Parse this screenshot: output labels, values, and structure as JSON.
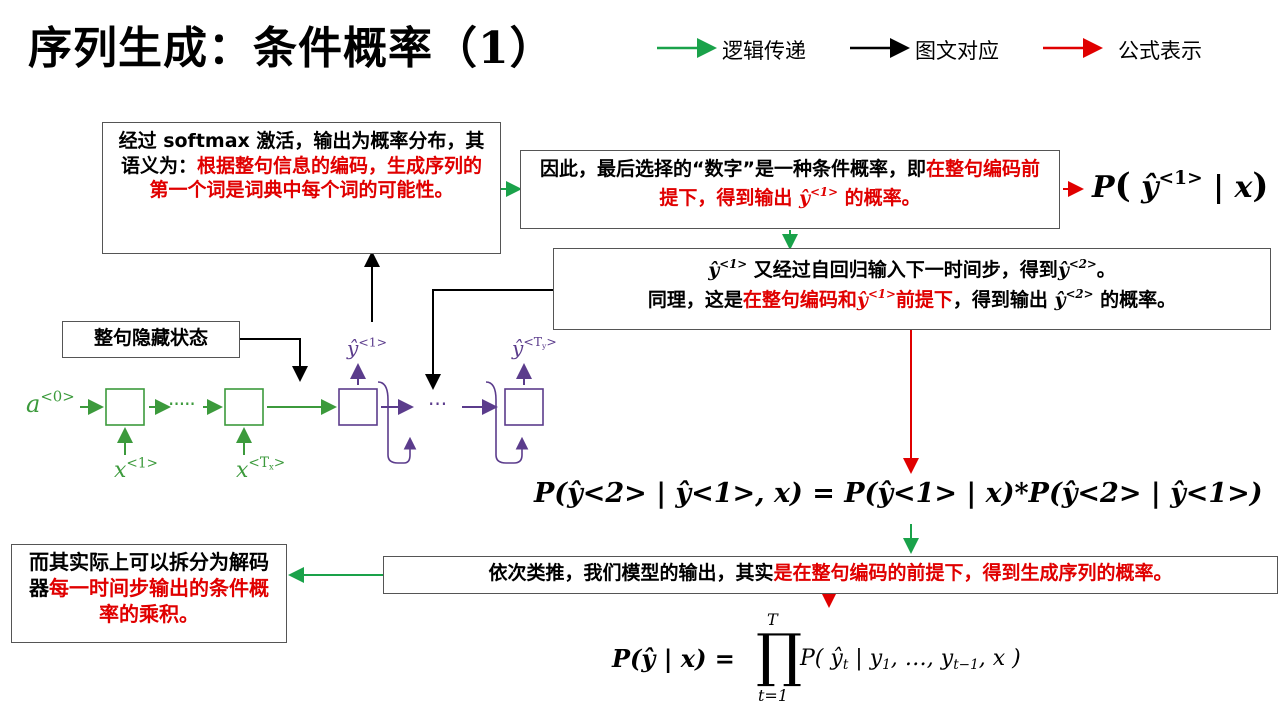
{
  "title": "序列生成：条件概率（1）",
  "legend": {
    "logic": "逻辑传递",
    "mapping": "图文对应",
    "formula": "公式表示"
  },
  "colors": {
    "logic": "#1aa24a",
    "mapping": "#000000",
    "formula": "#e00000",
    "rnn_green": "#3c9a3c",
    "rnn_purple": "#5b3c8c"
  },
  "box_softmax": {
    "black": "经过 softmax 激活，输出为概率分布，其语义为：",
    "red": "根据整句信息的编码，生成序列的第一个词是词典中每个词的可能性。"
  },
  "box_conditional": {
    "black": "因此，最后选择的“数字”是一种条件概率，即",
    "red_1": "在整句编码前提下，得到输出",
    "y_hat": "ŷ",
    "sup": "<1>",
    "red_2": "的概率。"
  },
  "formula_top": {
    "P": "P",
    "open": "(",
    "y_hat": "ŷ",
    "sup": "<1>",
    "bar": "|",
    "x": "x",
    "close": ")"
  },
  "box_step2": {
    "line1_y": "ŷ",
    "line1_sup": "<1>",
    "line1_text": "又经过自回归输入下一时间步，得到",
    "line1_y2": "ŷ",
    "line1_sup2": "<2>",
    "line1_end": "。",
    "line2_a": "同理，这是",
    "line2_red": "在整句编码和",
    "line2_y": "ŷ",
    "line2_sup": "<1>",
    "line2_red2": "前提下",
    "line2_b": "，得到输出",
    "line2_y2": "ŷ",
    "line2_sup2": "<2>",
    "line2_end": "的概率。"
  },
  "box_hidden": "整句隐藏状态",
  "rnn": {
    "a0": "a",
    "a0_sup": "<0>",
    "x1": "x",
    "x1_sup": "<1>",
    "xT": "x",
    "xT_sup": "<T",
    "xT_sub": "x",
    "xT_end": ">",
    "dots1": "·····",
    "dots2": "···",
    "y1": "ŷ",
    "y1_sup": "<1>",
    "yT": "ŷ",
    "yT_sup": "<T",
    "yT_sub": "y",
    "yT_end": ">"
  },
  "formula_chain": "P(ŷ<2> | ŷ<1>, x) = P(ŷ<1> | x)*P(ŷ<2> | ŷ<1>)",
  "box_analogy": {
    "black": "依次类推，我们模型的输出，其实",
    "red": "是在整句编码的前提下，得到生成序列的概率。"
  },
  "box_decompose": {
    "black": "而其实际上可以拆分为解码器",
    "red": "每一时间步输出的条件概率的乘积。"
  },
  "formula_product": {
    "lhs": "P(ŷ | x) =",
    "prod": "∏",
    "upper": "T",
    "lower": "t=1",
    "rhs": "P( ŷ",
    "rhs_sub": "t",
    "rhs_rest": " | y",
    "y_sub1": "1",
    "rhs_rest2": ", …, y",
    "y_sub2": "t−1",
    "rhs_end": ", x )"
  }
}
